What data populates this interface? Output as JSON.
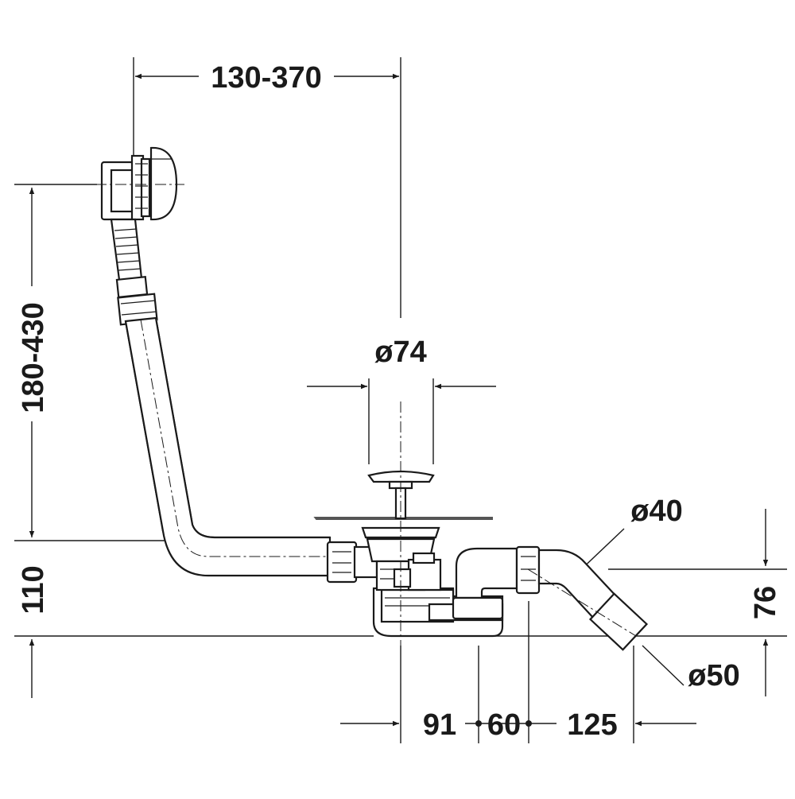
{
  "diagram": {
    "dimensions": {
      "overflow_span": "130-370",
      "overflow_height": "180-430",
      "drain_diameter": "ø74",
      "inlet_diameter": "ø40",
      "outlet_diameter": "ø50",
      "drain_height": "110",
      "outlet_height": "76",
      "offset_a": "91",
      "offset_b": "60",
      "offset_c": "125"
    },
    "colors": {
      "line": "#1a1a1a",
      "background": "#ffffff"
    }
  }
}
